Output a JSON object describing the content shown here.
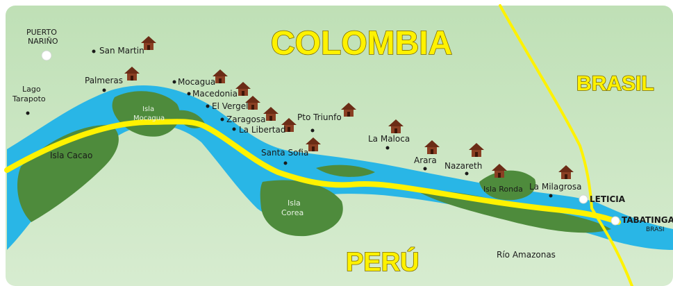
{
  "countries": {
    "colombia": "COLOMBIA",
    "brasil": "BRASIL",
    "peru": "PERÚ"
  },
  "places": {
    "puerto_narino_1": "PUERTO",
    "puerto_narino_2": "NARIÑO",
    "lago_tarapoto_1": "Lago",
    "lago_tarapoto_2": "Tarapoto",
    "san_martin": "San Martin",
    "palmeras": "Palmeras",
    "mocagua": "Mocagua",
    "macedonia": "Macedonia",
    "el_vergel": "El Vergel",
    "zaragosa": "Zaragosa",
    "la_libertad": "La Libertad",
    "pto_triunfo": "Pto Triunfo",
    "santa_sofia": "Santa Sofia",
    "la_maloca": "La Maloca",
    "arara": "Arara",
    "nazareth": "Nazareth",
    "la_milagrosa": "La Milagrosa",
    "leticia": "LETICIA",
    "tabatinga": "TABATINGA",
    "brasil_small": "BRASI"
  },
  "islands": {
    "isla_mocagua_1": "Isla",
    "isla_mocagua_2": "Mocagua",
    "isla_cacao": "Isla Cacao",
    "isla_corea_1": "Isla",
    "isla_corea_2": "Corea",
    "isla_ronda": "Isla Ronda"
  },
  "river": {
    "name": "Río Amazonas"
  },
  "colors": {
    "land": "#c3e0ba",
    "water": "#29b6e6",
    "island": "#4e8b3c",
    "border": "#fff200",
    "hut": "#8a3f23"
  }
}
